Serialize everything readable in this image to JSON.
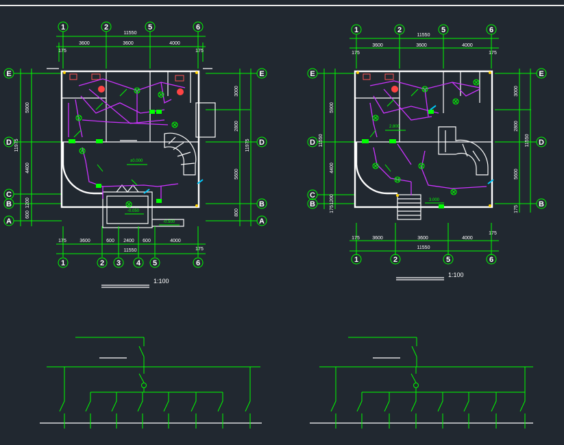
{
  "colors": {
    "background": "#212830",
    "grid_lines": "#00ff00",
    "walls": "#ffffff",
    "wiring": "#cc33ff",
    "fixtures": "#00ff00"
  },
  "left_plan": {
    "col_labels_top": [
      "1",
      "2",
      "5",
      "6"
    ],
    "total_top": "11550",
    "dims_top": [
      "3600",
      "3600",
      "4000"
    ],
    "edge_dims": [
      "175",
      "175"
    ],
    "row_labels_left": [
      "E",
      "D",
      "C",
      "B",
      "A"
    ],
    "row_labels_right": [
      "E",
      "D",
      "B",
      "A"
    ],
    "left_total": "11975",
    "left_dims": [
      "5900",
      "4400",
      "1200",
      "600"
    ],
    "right_total": "11975",
    "right_dims": [
      "3000",
      "2800",
      "5600",
      "800"
    ],
    "col_labels_bottom": [
      "1",
      "2",
      "3",
      "4",
      "5",
      "6"
    ],
    "total_bottom": "11550",
    "dims_bottom": [
      "3600",
      "600",
      "2400",
      "600",
      "4000"
    ],
    "elevations": [
      "±0.000",
      "-0.050",
      "-0.500"
    ],
    "scale": "1:100"
  },
  "right_plan": {
    "col_labels_top": [
      "1",
      "2",
      "5",
      "6"
    ],
    "total_top": "11550",
    "dims_top": [
      "3600",
      "3600",
      "4000"
    ],
    "edge_dims": [
      "175",
      "175"
    ],
    "row_labels_left": [
      "E",
      "D",
      "C",
      "B"
    ],
    "row_labels_right": [
      "E",
      "D",
      "B"
    ],
    "left_total": "11550",
    "left_dims": [
      "5900",
      "4400",
      "1200",
      "175"
    ],
    "right_total": "11550",
    "right_dims": [
      "3000",
      "2800",
      "5600",
      "175"
    ],
    "col_labels_bottom": [
      "1",
      "2",
      "5",
      "6"
    ],
    "total_bottom": "11550",
    "dims_bottom": [
      "3600",
      "3600",
      "4000"
    ],
    "elevations": [
      "2.800",
      "3.000"
    ],
    "scale": "1:100"
  }
}
